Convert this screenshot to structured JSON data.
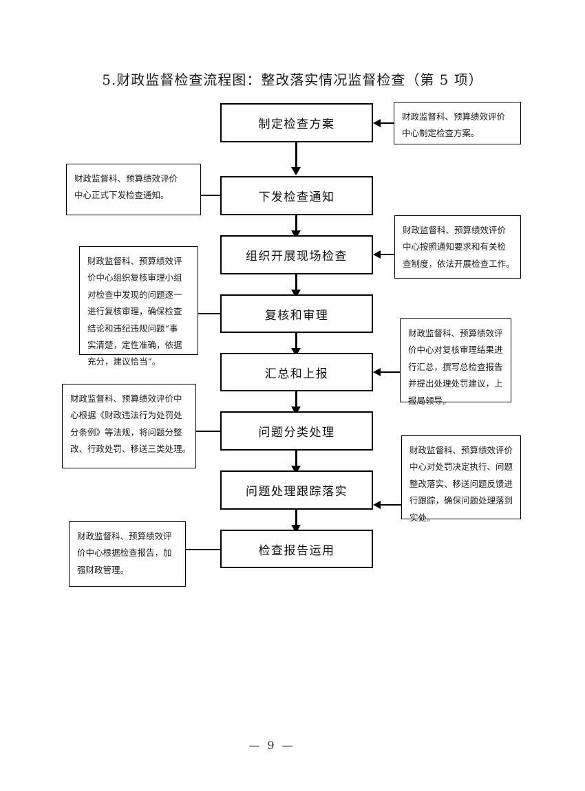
{
  "title": "5.财政监督检查流程图：整改落实情况监督检查（第 5 项）",
  "page_number": "— 9 —",
  "flow": {
    "steps": [
      {
        "id": "step-1",
        "label": "制定检查方案"
      },
      {
        "id": "step-2",
        "label": "下发检查通知"
      },
      {
        "id": "step-3",
        "label": "组织开展现场检查"
      },
      {
        "id": "step-4",
        "label": "复核和审理"
      },
      {
        "id": "step-5",
        "label": "汇总和上报"
      },
      {
        "id": "step-6",
        "label": "问题分类处理"
      },
      {
        "id": "step-7",
        "label": "问题处理跟踪落实"
      },
      {
        "id": "step-8",
        "label": "检查报告运用"
      }
    ]
  },
  "notes": {
    "right_1": {
      "side": "right",
      "lines": [
        "财政监督科、预算绩效评价",
        "中心制定检查方案。"
      ]
    },
    "left_1": {
      "side": "left",
      "lines": [
        "财政监督科、预算绩效评价",
        "中心正式下发检查通知。"
      ]
    },
    "right_2": {
      "side": "right",
      "lines": [
        "财政监督科、预算绩效评价",
        "中心按照通知要求和有关检",
        "查制度，依法开展检查工作。"
      ]
    },
    "left_2": {
      "side": "left",
      "lines": [
        "财政监督科、预算绩效评",
        "价中心组织复核审理小组",
        "对检查中发现的问题逐一",
        "进行复核审理，确保检查",
        "结论和违纪违规问题“事",
        "实清楚，定性准确，依据",
        "充分，建议恰当”。"
      ]
    },
    "right_3": {
      "side": "right",
      "lines": [
        "财政监督科、预算绩效评",
        "价中心对复核审理结果进",
        "行汇总，撰写总检查报告",
        "并提出处理处罚建议，上",
        "报局领导。"
      ]
    },
    "left_3": {
      "side": "left",
      "lines": [
        "财政监督科、预算绩效评价中",
        "心根据《财政违法行为处罚处",
        "分条例》等法规，将问题分整",
        "改、行政处罚、移送三类处理。"
      ]
    },
    "right_4": {
      "side": "right",
      "lines": [
        "财政监督科、预算绩效评价",
        "中心对处罚决定执行、问题",
        "整改落实、移送问题反馈进",
        "行跟踪，确保问题处理落到",
        "实处。"
      ]
    },
    "left_4": {
      "side": "left",
      "lines": [
        "财政监督科、预算绩效评",
        "价中心根据检查报告，加",
        "强财政管理。"
      ]
    }
  }
}
